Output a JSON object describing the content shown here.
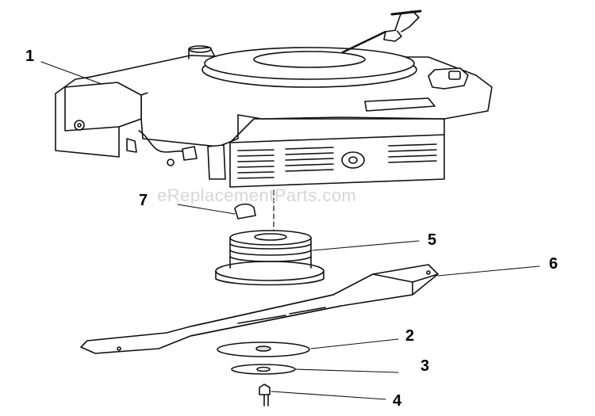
{
  "watermark": "eReplacementParts.com",
  "callouts": {
    "c1": "1",
    "c2": "2",
    "c3": "3",
    "c4": "4",
    "c5": "5",
    "c6": "6",
    "c7": "7"
  },
  "parts": [
    {
      "ref": "1",
      "name": "engine"
    },
    {
      "ref": "2",
      "name": "blade-adapter-plate"
    },
    {
      "ref": "3",
      "name": "washer"
    },
    {
      "ref": "4",
      "name": "blade-bolt"
    },
    {
      "ref": "5",
      "name": "blade-adapter"
    },
    {
      "ref": "6",
      "name": "mower-blade"
    },
    {
      "ref": "7",
      "name": "key"
    }
  ]
}
